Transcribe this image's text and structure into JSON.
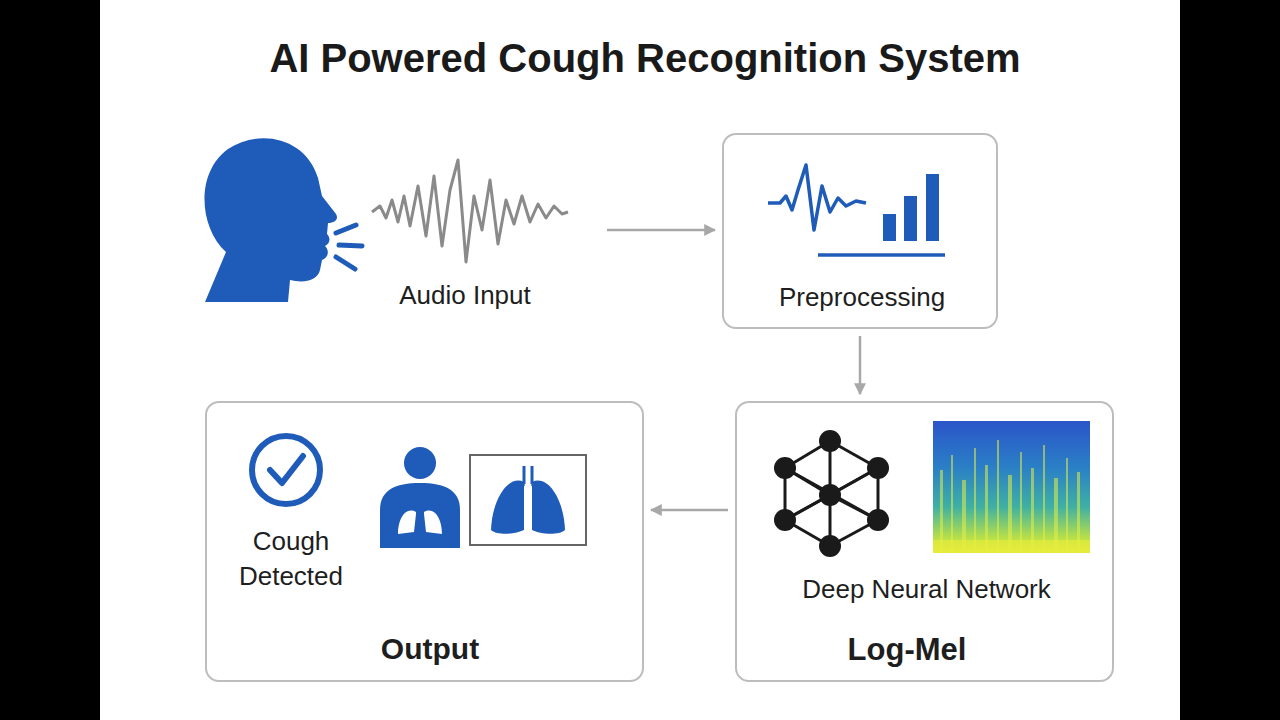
{
  "diagram": {
    "title": "AI Powered Cough Recognition System",
    "nodes": [
      {
        "text": [
          "Audio Input"
        ]
      },
      {
        "text": [
          "Preprocessing"
        ]
      },
      {
        "text": [
          "Cough Detected",
          "Output"
        ]
      },
      {
        "text": [
          "Deep Neural Network",
          "Log-Mel"
        ]
      }
    ],
    "edges": [
      {
        "from": 0,
        "to": 1,
        "arrow": "to"
      },
      {
        "from": 1,
        "to": 3,
        "arrow": "to"
      },
      {
        "from": 3,
        "to": 2,
        "arrow": "to"
      }
    ]
  }
}
